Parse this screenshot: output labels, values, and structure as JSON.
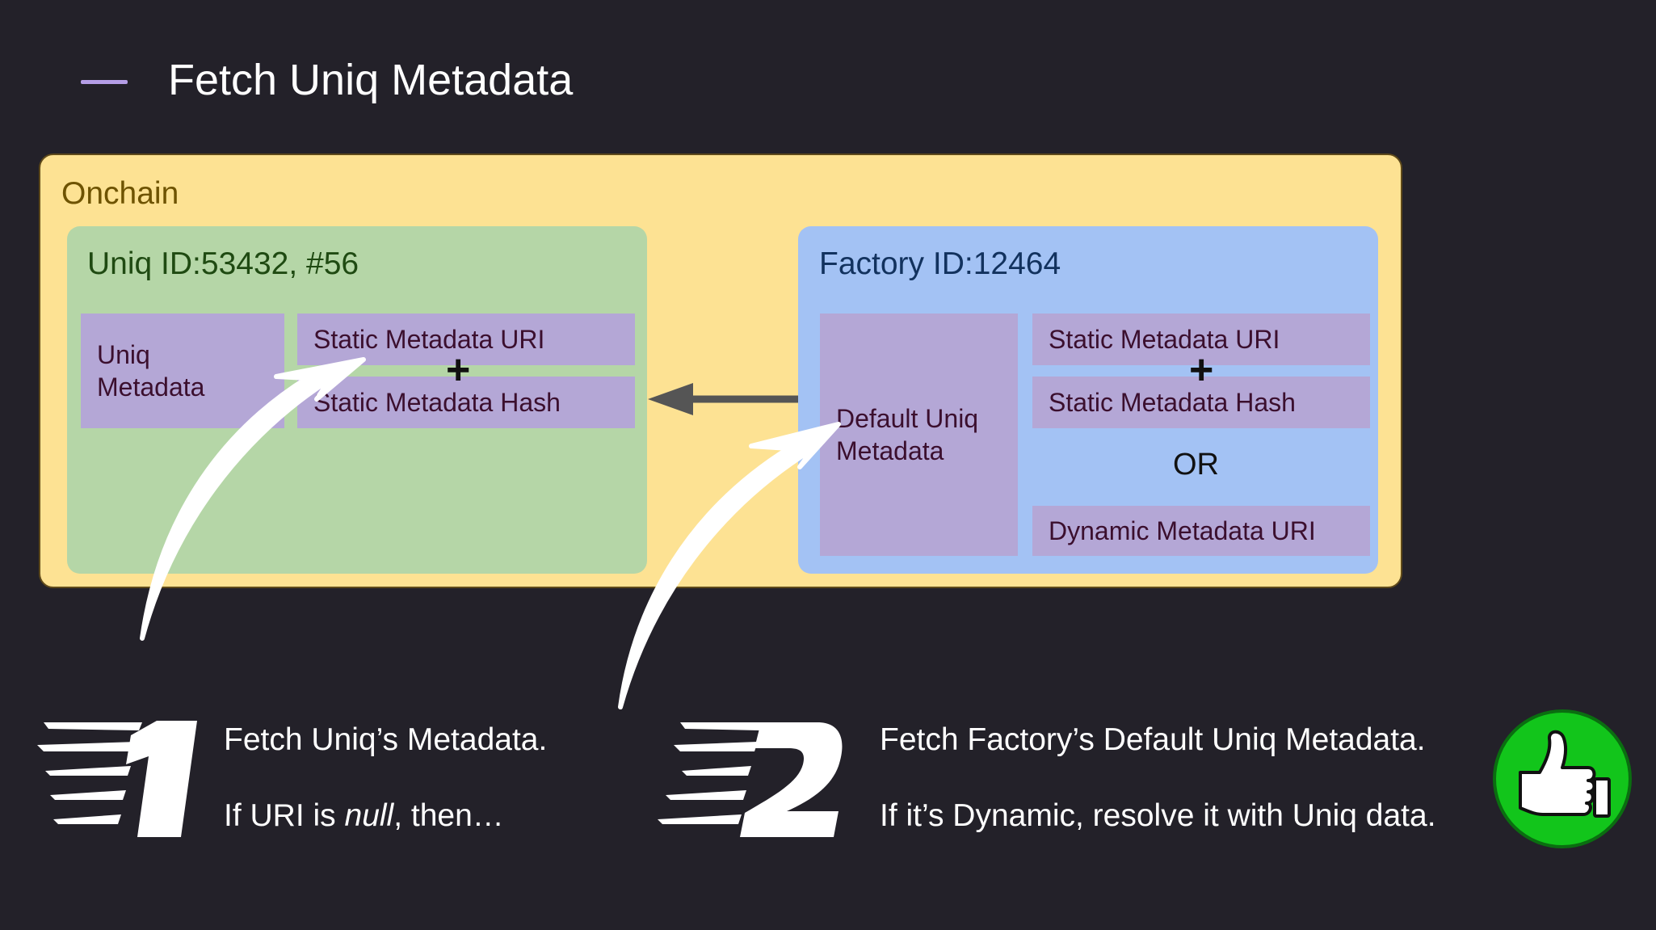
{
  "title": "Fetch Uniq Metadata",
  "onchain": {
    "label": "Onchain",
    "uniq": {
      "title": "Uniq ID:53432, #56",
      "metadata_label": "Uniq Metadata",
      "static_uri": "Static Metadata URI",
      "plus": "+",
      "static_hash": "Static Metadata Hash"
    },
    "factory": {
      "title": "Factory ID:12464",
      "default_metadata_label": "Default Uniq Metadata",
      "static_uri": "Static Metadata URI",
      "plus": "+",
      "static_hash": "Static Metadata Hash",
      "or": "OR",
      "dynamic_uri": "Dynamic Metadata URI"
    }
  },
  "steps": [
    {
      "number": "1",
      "line1": "Fetch Uniq’s Metadata.",
      "line2_pre": "If URI is ",
      "line2_em": "null",
      "line2_post": ", then…"
    },
    {
      "number": "2",
      "line1": "Fetch Factory’s Default Uniq Metadata.",
      "line2": "If it’s Dynamic, resolve it with Uniq data."
    }
  ],
  "icons": [
    "thumbs-up-icon",
    "step-1-icon",
    "step-2-icon"
  ],
  "colors": {
    "background": "#232129",
    "onchain": "#fde293",
    "uniq": "#b5d6a7",
    "factory": "#a3c2f4",
    "metadata_box": "#b4a7d6",
    "accent": "#b59ee6",
    "thumbs_up": "#12c51b"
  }
}
